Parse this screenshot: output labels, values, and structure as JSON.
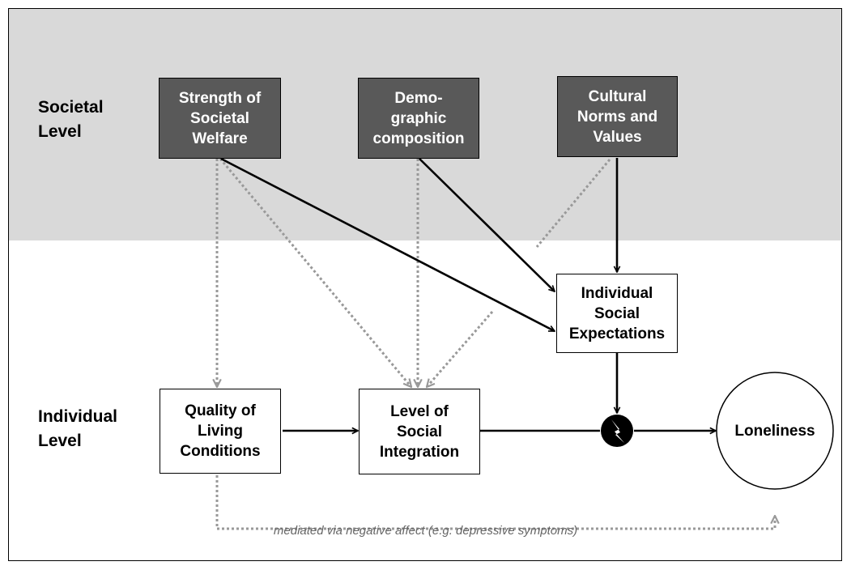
{
  "levels": {
    "societal": "Societal\nLevel",
    "individual": "Individual\nLevel"
  },
  "boxes": {
    "welfare": "Strength of\nSocietal\nWelfare",
    "demographic": "Demo-\ngraphic\ncomposition",
    "cultural": "Cultural\nNorms and\nValues",
    "expectations": "Individual\nSocial\nExpectations",
    "living": "Quality of\nLiving\nConditions",
    "integration": "Level of\nSocial\nIntegration",
    "loneliness": "Loneliness"
  },
  "footnote": "mediated via negative affect (e.g. depressive symptoms)",
  "colors": {
    "band": "#d9d9d9",
    "dark_box": "#595959",
    "solid_arrow": "#000000",
    "dotted_arrow": "#999999",
    "footnote_text": "#666666"
  },
  "icons": {
    "interaction": "lightning-bolt-icon"
  }
}
